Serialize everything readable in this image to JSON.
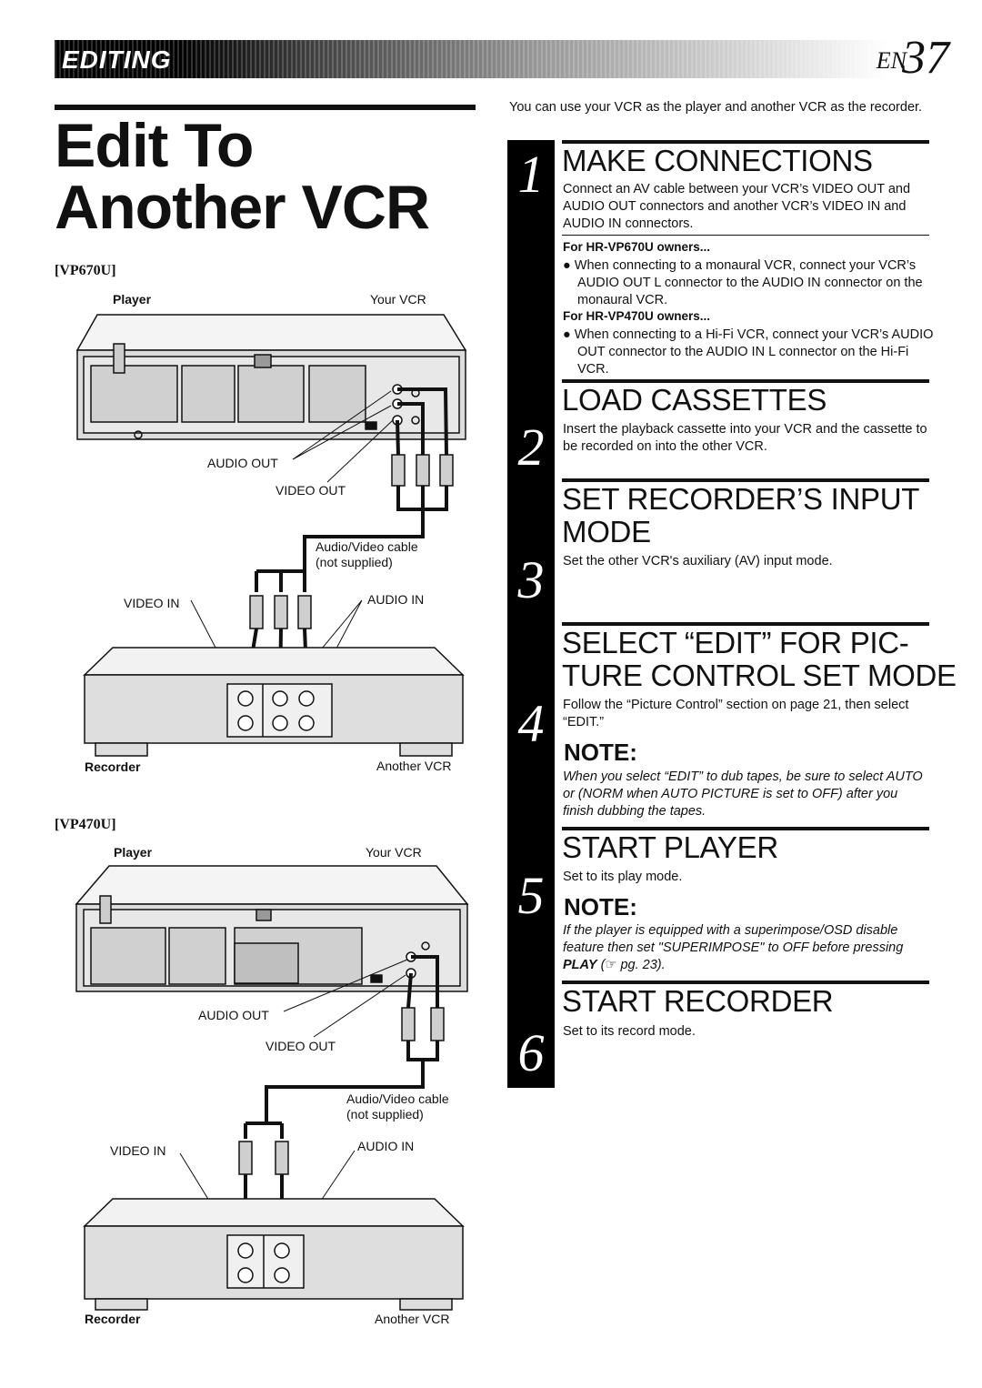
{
  "header": {
    "section": "EDITING",
    "lang": "EN",
    "page": "37"
  },
  "title_lines": [
    "Edit To",
    "Another VCR"
  ],
  "intro": "You can use your VCR as the player and another VCR as the recorder.",
  "diagrams": [
    {
      "model": "[VP670U]",
      "player": "Player",
      "your_vcr": "Your VCR",
      "audio_out": "AUDIO OUT",
      "video_out": "VIDEO OUT",
      "cable": "Audio/Video cable",
      "cable_note": "(not supplied)",
      "video_in": "VIDEO IN",
      "audio_in": "AUDIO IN",
      "recorder": "Recorder",
      "another_vcr": "Another VCR"
    },
    {
      "model": "[VP470U]",
      "player": "Player",
      "your_vcr": "Your VCR",
      "audio_out": "AUDIO OUT",
      "video_out": "VIDEO OUT",
      "cable": "Audio/Video cable",
      "cable_note": "(not supplied)",
      "video_in": "VIDEO IN",
      "audio_in": "AUDIO IN",
      "recorder": "Recorder",
      "another_vcr": "Another VCR"
    }
  ],
  "steps": [
    {
      "num": "1",
      "heading": "MAKE CONNECTIONS",
      "text": "Connect an AV cable between your VCR’s VIDEO OUT and AUDIO OUT connectors and another VCR’s VIDEO IN and AUDIO IN connectors.",
      "sub1": "For HR-VP670U owners...",
      "bullet1": "● When connecting to a monaural VCR, connect your VCR’s AUDIO OUT L connector to the AUDIO IN connector on the monaural VCR.",
      "sub2": "For HR-VP470U owners...",
      "bullet2": "● When connecting to a Hi-Fi VCR, connect your VCR’s AUDIO OUT connector to the AUDIO IN L connector on the Hi-Fi VCR."
    },
    {
      "num": "2",
      "heading": "LOAD CASSETTES",
      "text": "Insert the playback cassette into your VCR and the cassette to be recorded on into the other VCR."
    },
    {
      "num": "3",
      "heading_line1": "SET RECORDER’S INPUT",
      "heading_line2": "MODE",
      "text": "Set the other VCR's auxiliary (AV) input mode."
    },
    {
      "num": "4",
      "heading_line1": "SELECT “EDIT” FOR PIC-",
      "heading_line2": "TURE CONTROL SET MODE",
      "text": "Follow the “Picture Control” section on page 21, then select “EDIT.”",
      "note_title": "NOTE:",
      "note": "When you select “EDIT” to dub tapes, be sure to select AUTO or (NORM when AUTO PICTURE is set to OFF) after you finish dubbing the tapes."
    },
    {
      "num": "5",
      "heading": "START PLAYER",
      "text": "Set to its play mode.",
      "note_title": "NOTE:",
      "note_before": "If the player is equipped with a superimpose/OSD disable feature then set \"SUPERIMPOSE\" to OFF before pressing ",
      "note_key": "PLAY",
      "note_after": " (☞ pg. 23)."
    },
    {
      "num": "6",
      "heading": "START RECORDER",
      "text": "Set to its record mode."
    }
  ]
}
